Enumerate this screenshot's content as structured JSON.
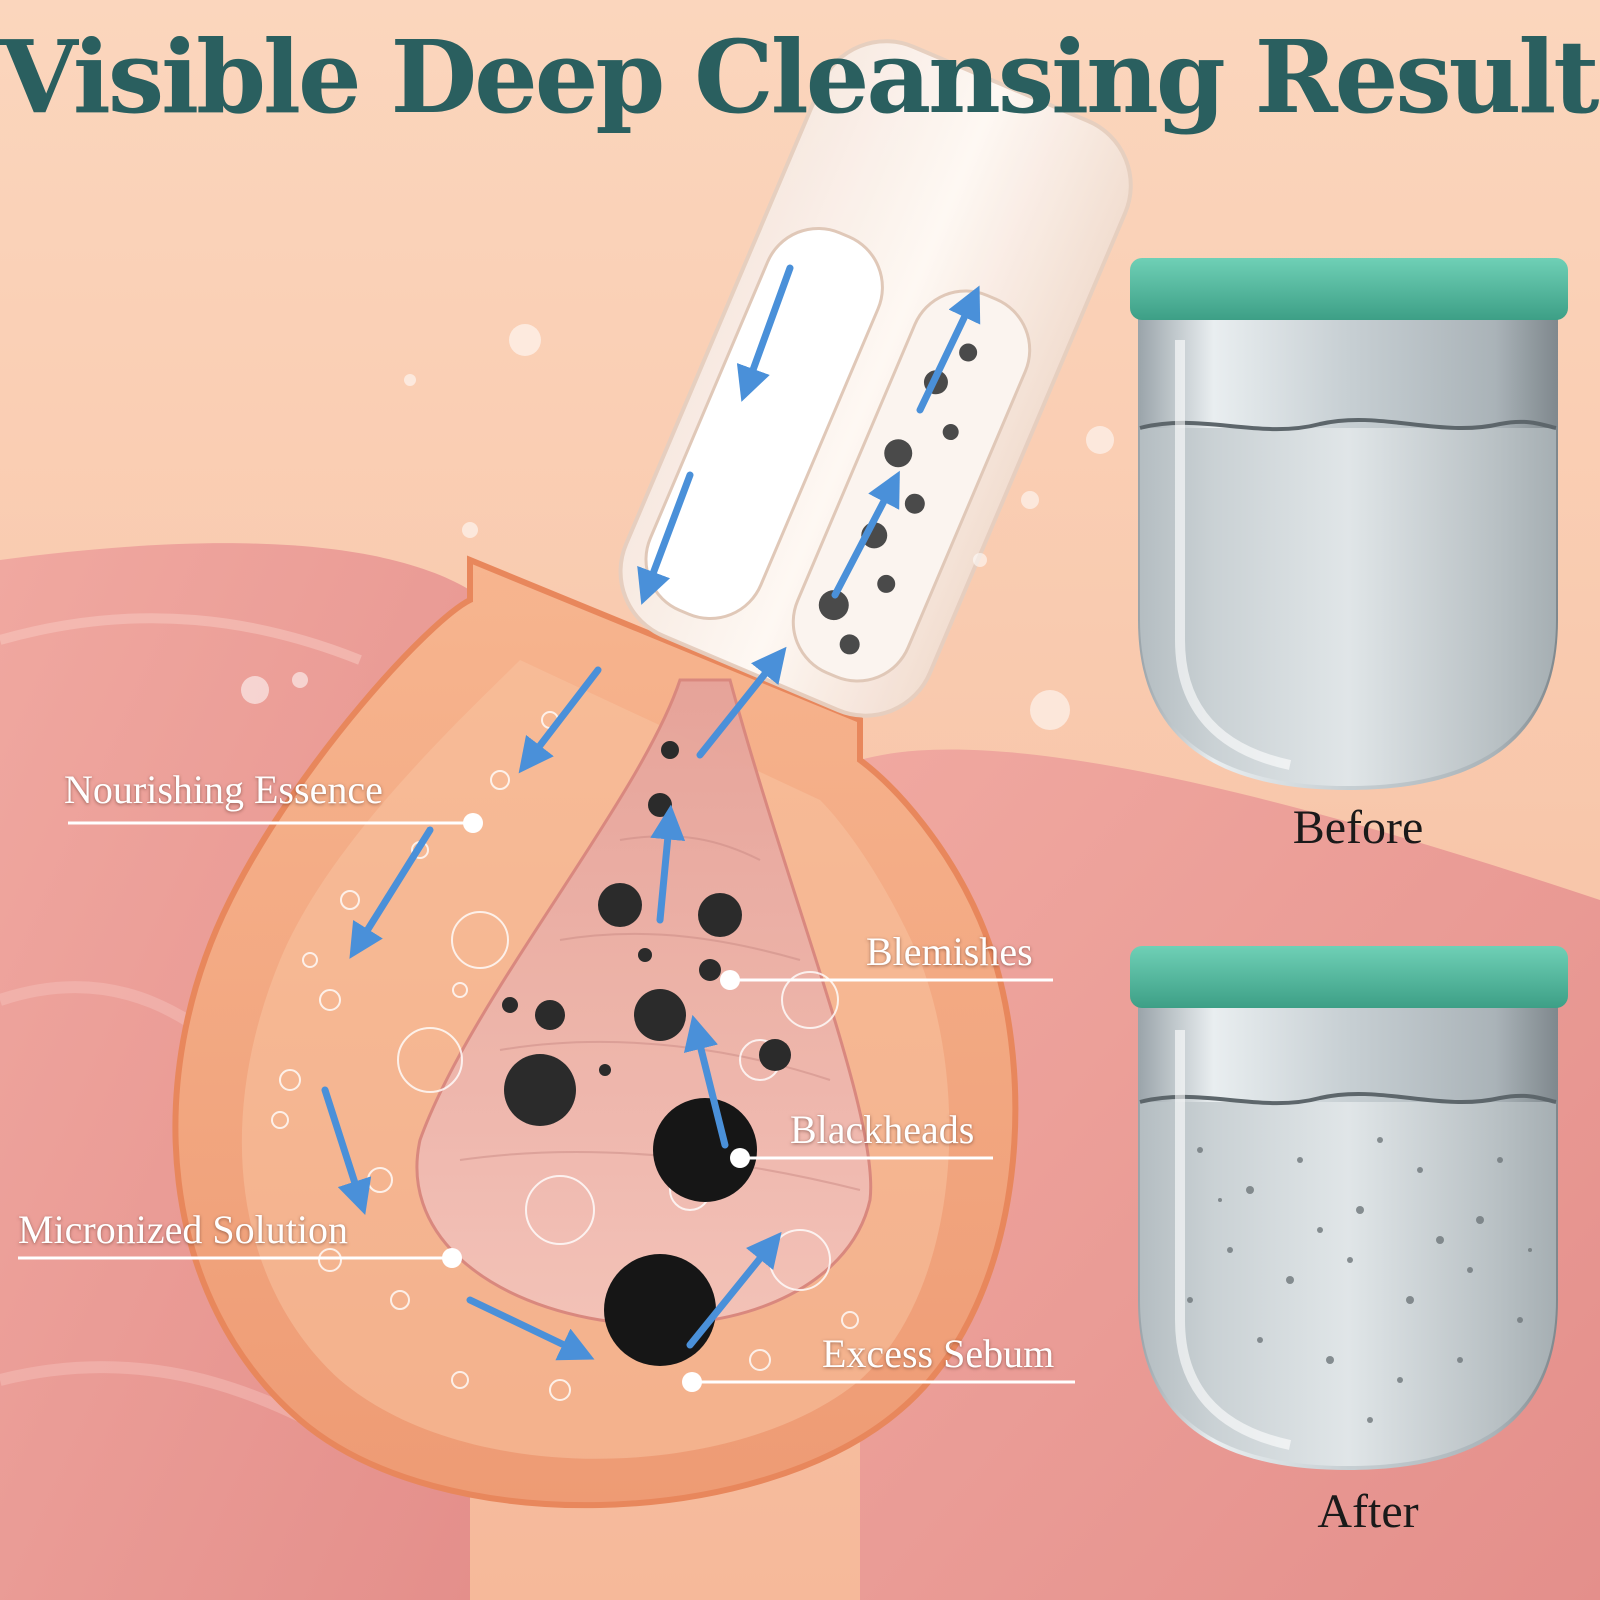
{
  "title": "Visible Deep Cleansing Results",
  "labels": {
    "nourishing": "Nourishing Essence",
    "blemishes": "Blemishes",
    "blackheads": "Blackheads",
    "micronized": "Micronized Solution",
    "sebum": "Excess Sebum"
  },
  "comparison": {
    "before": "Before",
    "after": "After"
  },
  "colors": {
    "title": "#2a5f5f",
    "lid": "#4fb89e",
    "arrow": "#4a90d9",
    "skin": "#f4a582"
  }
}
